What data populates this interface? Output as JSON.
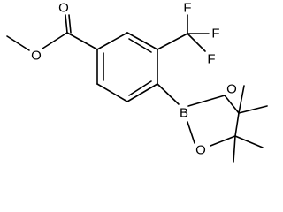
{
  "structure": {
    "atoms": {
      "carbonyl_oxygen": "O",
      "ester_oxygen": "O",
      "fluorine_1": "F",
      "fluorine_2": "F",
      "fluorine_3": "F",
      "boron": "B",
      "ring_oxygen_upper": "O",
      "ring_oxygen_lower": "O"
    },
    "colors": {
      "ink": "#000000",
      "background": "#ffffff"
    }
  }
}
